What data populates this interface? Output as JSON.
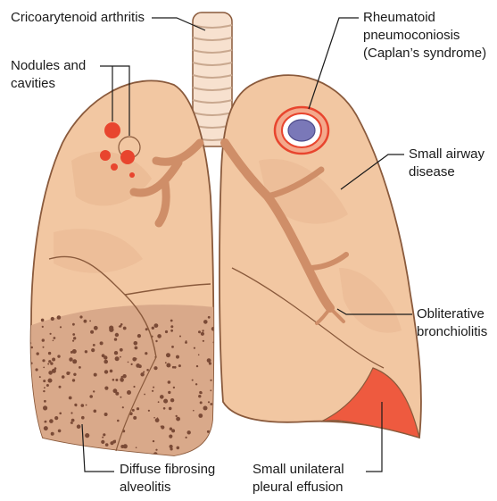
{
  "labels": {
    "cricoarytenoid": "Cricoarytenoid arthritis",
    "nodules_line1": "Nodules and",
    "nodules_line2": "cavities",
    "rheumatoid_line1": "Rheumatoid",
    "rheumatoid_line2": "pneumoconiosis",
    "rheumatoid_line3": "(Caplan’s syndrome)",
    "small_airway_line1": "Small airway",
    "small_airway_line2": "disease",
    "obliterative_line1": "Obliterative",
    "obliterative_line2": "bronchiolitis",
    "fibrosing_line1": "Diffuse fibrosing",
    "fibrosing_line2": "alveolitis",
    "effusion_line1": "Small unilateral",
    "effusion_line2": "pleural effusion"
  },
  "colors": {
    "lung_fill": "#f2c7a2",
    "lung_shadow": "#e0a983",
    "lung_outline": "#8a5a3c",
    "airway": "#cf8e68",
    "trachea": "#f7e1cf",
    "effusion": "#ee5a3f",
    "nodule": "#e8452e",
    "fibrosis_fill": "#d9a98a",
    "fibrosis_dot": "#7a4a36",
    "caplan_core": "#7a78b8",
    "leader_line": "#1a1a1a"
  }
}
